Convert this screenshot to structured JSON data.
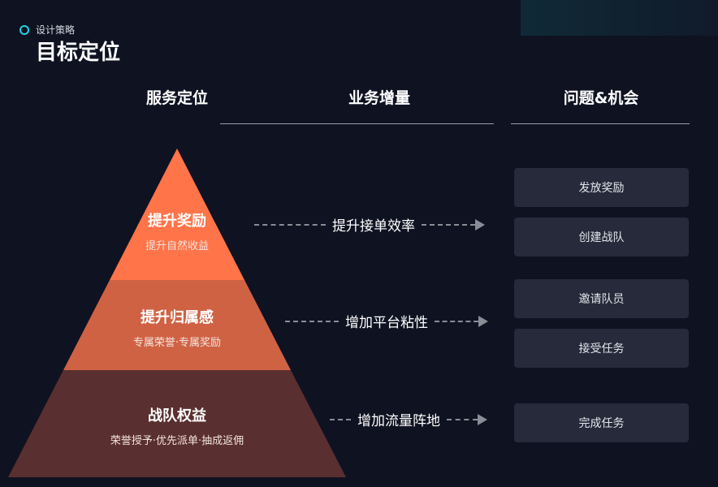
{
  "header": {
    "section": "设计策略",
    "title": "目标定位"
  },
  "columns": [
    "服务定位",
    "业务增量",
    "问题&机会"
  ],
  "pyramid": [
    {
      "title": "提升奖励",
      "subtitle": "提升自然收益",
      "color": "#ff7448"
    },
    {
      "title": "提升归属感",
      "subtitle": "专属荣誉·专属奖励",
      "color": "#d06244"
    },
    {
      "title": "战队权益",
      "subtitle": "荣誉授予·优先派单·抽成返佣",
      "color": "#5a2f2f"
    }
  ],
  "flows": [
    "提升接单效率",
    "增加平台粘性",
    "增加流量阵地"
  ],
  "cards": [
    "发放奖励",
    "创建战队",
    "邀请队员",
    "接受任务",
    "完成任务"
  ]
}
